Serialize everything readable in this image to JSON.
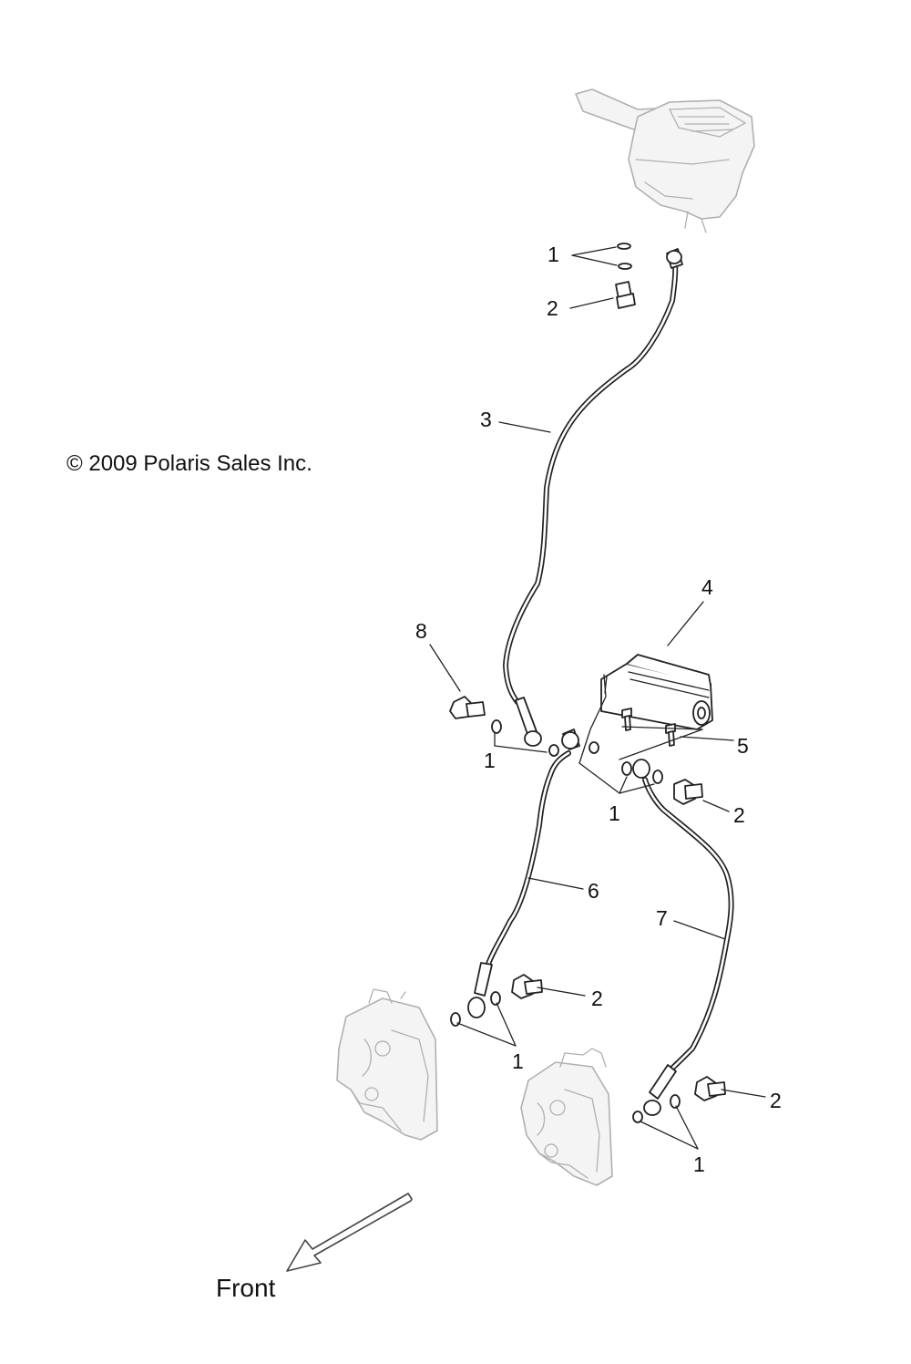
{
  "copyright": "© 2009 Polaris Sales Inc.",
  "front_label": "Front",
  "callouts": {
    "c1a": "1",
    "c2a": "2",
    "c3": "3",
    "c4": "4",
    "c5": "5",
    "c6": "6",
    "c7": "7",
    "c8": "8",
    "c1b": "1",
    "c1c": "1",
    "c2b": "2",
    "c2c": "2",
    "c1d": "1",
    "c2d": "2",
    "c1e": "1"
  }
}
